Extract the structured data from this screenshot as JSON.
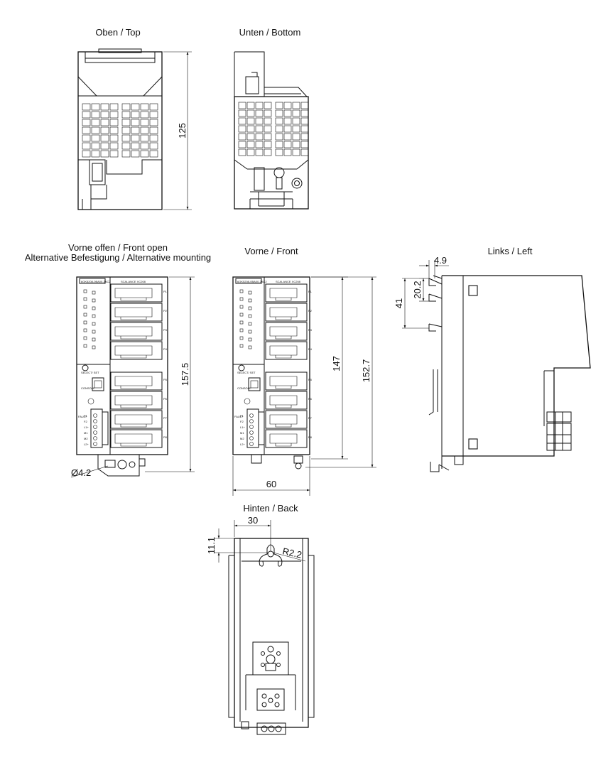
{
  "views": {
    "top": {
      "title": "Oben / Top"
    },
    "bottom": {
      "title": "Unten / Bottom"
    },
    "front_open": {
      "title_line1": "Vorne offen / Front open",
      "title_line2": "Alternative Befestigung / Alternative mounting"
    },
    "front": {
      "title": "Vorne / Front"
    },
    "left": {
      "title": "Links / Left"
    },
    "back": {
      "title": "Hinten / Back"
    }
  },
  "dimensions": {
    "top_height": "125",
    "front_open_height": "157.5",
    "front_open_hole": "Ø4.2",
    "front_height_inner": "147",
    "front_height_outer": "152.7",
    "front_width": "60",
    "left_offset": "4.9",
    "left_rail_1": "20.2",
    "left_rail_2": "41",
    "back_width": "30",
    "back_height": "11.1",
    "back_radius": "R2.2"
  },
  "device": {
    "model": "SCALANCE XC208",
    "article": "6GK5208-0BA00-2AC2",
    "ports": [
      "P1",
      "P2",
      "P3",
      "P4",
      "P5",
      "P6",
      "P7",
      "P8"
    ],
    "console": "CONSOLE",
    "select_set": "SELECT/ SET",
    "fault": "FAULT",
    "terminal_labels": [
      "F1",
      "F2",
      "L1+",
      "M1",
      "M2",
      "L2+"
    ]
  }
}
